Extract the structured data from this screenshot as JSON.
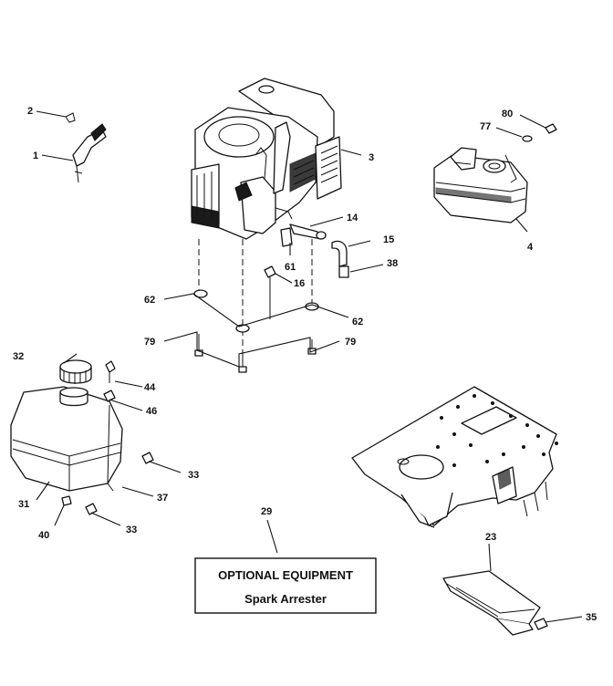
{
  "labels": {
    "l1": "1",
    "l2": "2",
    "l3": "3",
    "l4": "4",
    "l14": "14",
    "l15": "15",
    "l16": "16",
    "l23": "23",
    "l29": "29",
    "l31": "31",
    "l32": "32",
    "l33a": "33",
    "l33b": "33",
    "l35": "35",
    "l37": "37",
    "l38": "38",
    "l40": "40",
    "l44": "44",
    "l46": "46",
    "l61": "61",
    "l62a": "62",
    "l62b": "62",
    "l77": "77",
    "l79a": "79",
    "l79b": "79",
    "l80": "80"
  },
  "optional_box": {
    "title": "OPTIONAL EQUIPMENT",
    "subtitle": "Spark Arrester"
  }
}
